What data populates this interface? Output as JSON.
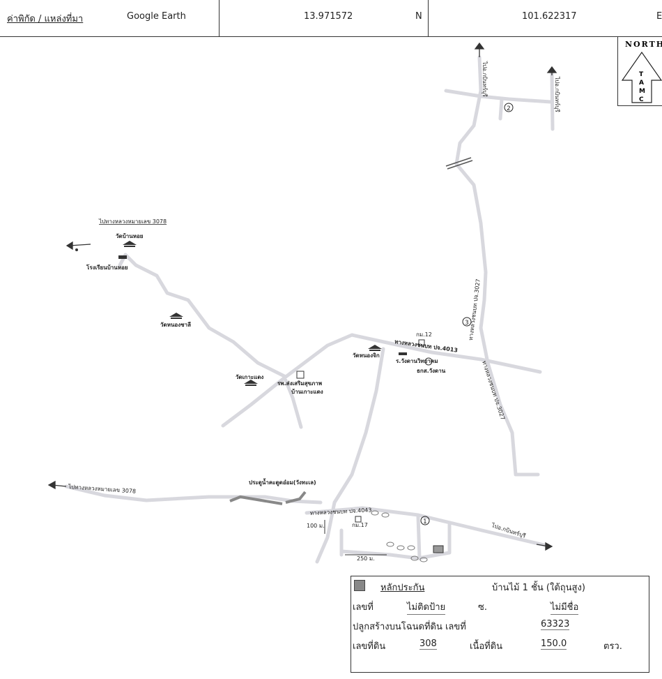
{
  "header": {
    "coord_label": "ค่าพิกัด / แหล่งที่มา",
    "source": "Google Earth",
    "latitude": "13.971572",
    "lat_dir": "N",
    "longitude": "101.622317",
    "lon_dir": "E"
  },
  "north_arrow": {
    "title": "NORTH",
    "letters": [
      "T",
      "A",
      "M",
      "C"
    ]
  },
  "map": {
    "labels": {
      "to_kabinburi_1": "ไปอ.กบินทร์บุรี",
      "to_kabinburi_2": "ไปอ.กบินทร์บุรี",
      "to_kabinburi_3": "ไปอ.กบินทร์บุรี",
      "to_highway_3078_top": "ไปทางหลวงหมายเลข 3078",
      "to_highway_3078_bottom": "ไปทางหลวงหมายเลข 3078",
      "wat_ban_nong": "วัดบ้านหอย",
      "school_ban_nong": "โรงเรียนบ้านหอย",
      "wat_nong_chali": "วัดหนองชาลี",
      "wat_ko_daeng": "วัดเกาะแดง",
      "hospital": "รพ.ส่งเสริมสุขภาพ",
      "hospital_2": "บ้านเกาะแดง",
      "wat_nong_chik": "วัดหนองจิก",
      "school_wang_dan": "ร.วังดานวิทยาคม",
      "bank": "ธกส.วังดาน",
      "km12": "กม.12",
      "km17": "กม.17",
      "road_4013": "ทางหลวงชนบท ปจ.4013",
      "road_4043": "ทางหลวงชนบท ปจ.4043",
      "road_3027_a": "ทางหลวงชนบท ปจ.3027",
      "road_3027_b": "ทางหลวงชนบท ปจ.3027",
      "water_gate": "ประตูน้ำคะตูดอ๋อม(วังทะเล)",
      "dist_100": "100 ม.",
      "dist_250": "250 ม.",
      "marker_1": "1",
      "marker_2": "2",
      "marker_3": "3"
    }
  },
  "legend": {
    "collateral_label": "หลักประกัน",
    "house_type": "บ้านไม้ 1 ชั้น (ใต้ถุนสูง)",
    "house_no_label": "เลขที่",
    "house_no_value": "ไม่ติดป้าย",
    "soi_label": "ซ.",
    "soi_value": "ไม่มีชื่อ",
    "deed_label": "ปลูกสร้างบนโฉนดที่ดิน เลขที่",
    "deed_value": "63323",
    "land_no_label": "เลขที่ดิน",
    "land_no_value": "308",
    "area_label": "เนื้อที่ดิน",
    "area_value": "150.0",
    "area_unit": "ตรว."
  }
}
